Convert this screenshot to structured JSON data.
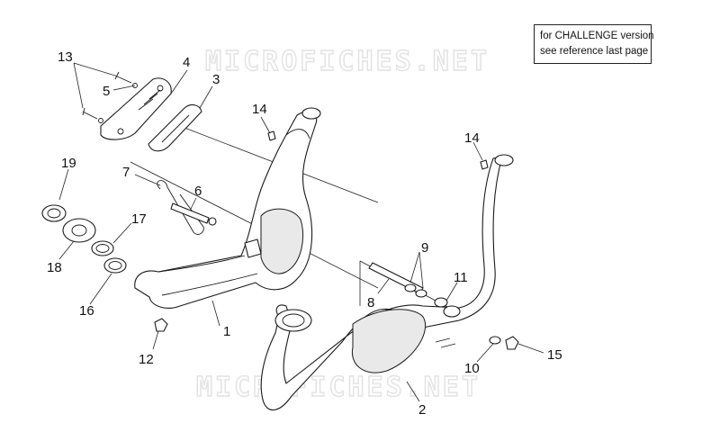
{
  "watermark": {
    "text": "MICROFICHES.NET"
  },
  "note": {
    "line1": "for CHALLENGE version",
    "line2": "see reference last page"
  },
  "callouts": {
    "c1": "1",
    "c2": "2",
    "c3": "3",
    "c4": "4",
    "c5": "5",
    "c6": "6",
    "c7": "7",
    "c8": "8",
    "c9": "9",
    "c10": "10",
    "c11": "11",
    "c12": "12",
    "c13": "13",
    "c14a": "14",
    "c14b": "14",
    "c15": "15",
    "c16": "16",
    "c17": "17",
    "c18": "18",
    "c19": "19"
  }
}
